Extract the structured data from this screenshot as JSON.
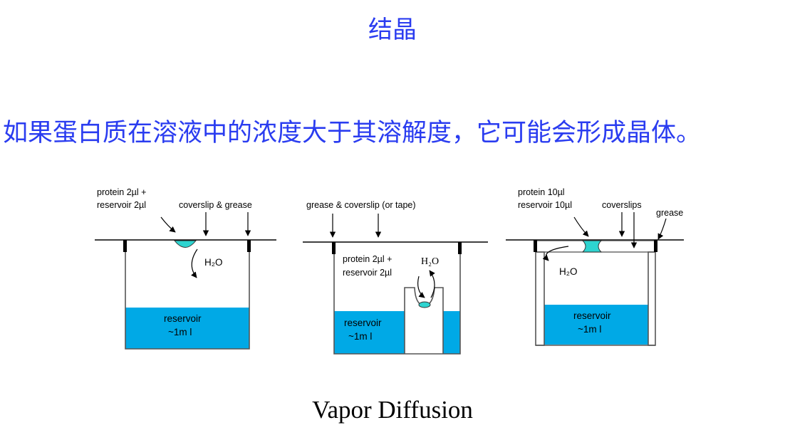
{
  "title": "结晶",
  "statement": "如果蛋白质在溶液中的浓度大于其溶解度，它可能会形成晶体。",
  "caption": "Vapor Diffusion",
  "colors": {
    "text_blue": "#2a3cf0",
    "water": "#00a9e6",
    "drop": "#2ed4d0"
  },
  "panel1": {
    "drop_label_1": "protein 2µl +",
    "drop_label_2": "reservoir 2µl",
    "coverslip_label": "coverslip & grease",
    "h2o": "H₂O",
    "reservoir_1": "reservoir",
    "reservoir_2": "~1m l"
  },
  "panel2": {
    "top_label": "grease & coverslip (or tape)",
    "drop_label_1": "protein 2µl +",
    "drop_label_2": "reservoir 2µl",
    "h2o": "H₂O",
    "reservoir_1": "reservoir",
    "reservoir_2": "~1m l"
  },
  "panel3": {
    "drop_label_1": "protein 10µl",
    "drop_label_2": "reservoir 10µl",
    "coverslips_label": "coverslips",
    "grease_label": "grease",
    "h2o": "H₂O",
    "reservoir_1": "reservoir",
    "reservoir_2": "~1m l"
  }
}
